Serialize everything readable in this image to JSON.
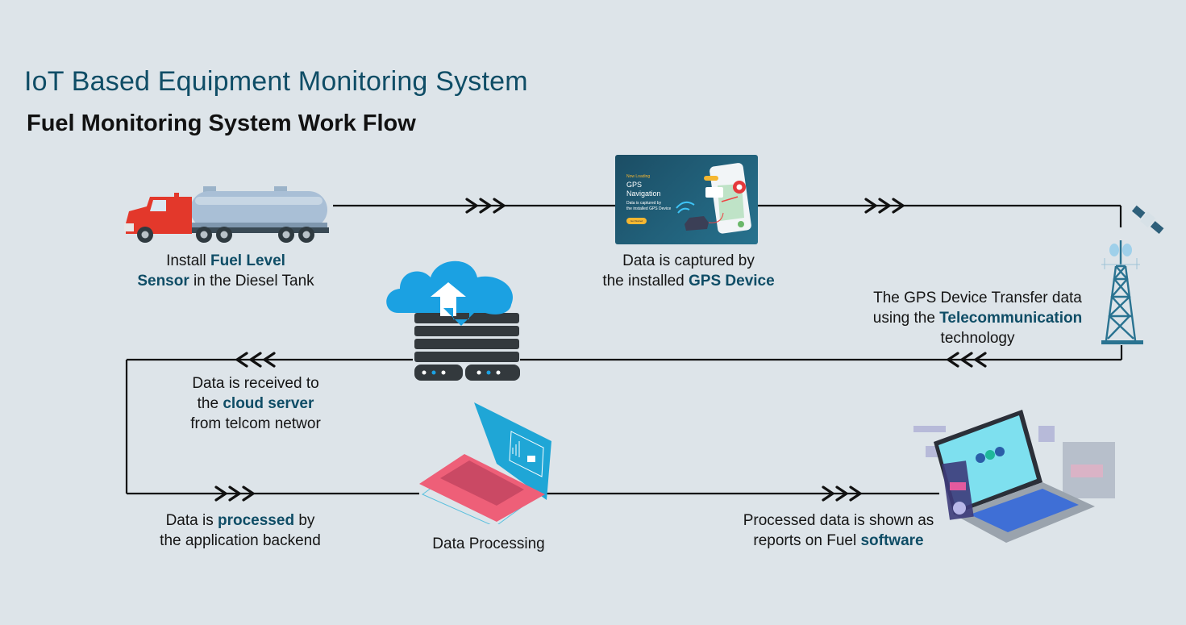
{
  "header": {
    "title": "IoT Based Equipment Monitoring System",
    "subtitle": "Fuel Monitoring System Work Flow"
  },
  "colors": {
    "background": "#dde4e9",
    "title": "#0f4d66",
    "highlight": "#0f4d66",
    "line": "#111111",
    "cloud": "#1ba1e2",
    "truck_cab": "#e3382b",
    "tank": "#a9bfd6",
    "laptop_pink": "#ee5f78",
    "laptop_screen": "#1fa6d6"
  },
  "steps": [
    {
      "id": "sensor",
      "icon": "fuel-tanker-truck-icon",
      "lines": [
        [
          "Install ",
          {
            "hl": "Fuel Level"
          }
        ],
        [
          {
            "hl": "Sensor"
          },
          " in the Diesel Tank"
        ]
      ]
    },
    {
      "id": "gps",
      "icon": "gps-navigation-card-icon",
      "lines": [
        [
          "Data is captured by"
        ],
        [
          "the installed ",
          {
            "hl": "GPS Device"
          }
        ]
      ]
    },
    {
      "id": "telecom",
      "icon": "telecom-tower-satellite-icon",
      "lines": [
        [
          "The GPS Device Transfer data"
        ],
        [
          "using the ",
          {
            "hl": "Telecommunication"
          }
        ],
        [
          "technology"
        ]
      ]
    },
    {
      "id": "cloud",
      "icon": "cloud-server-icon",
      "lines": [
        [
          "Data is received to"
        ],
        [
          "the ",
          {
            "hl": "cloud server"
          }
        ],
        [
          "from telcom networ"
        ]
      ]
    },
    {
      "id": "backend",
      "icon": null,
      "lines": [
        [
          "Data is ",
          {
            "hl": "processed"
          },
          " by"
        ],
        [
          "the application backend"
        ]
      ]
    },
    {
      "id": "processing",
      "icon": "laptop-processing-icon",
      "lines": [
        [
          "Data Processing"
        ]
      ]
    },
    {
      "id": "reports",
      "icon": "laptop-dashboard-icon",
      "lines": [
        [
          "Processed data is shown as"
        ],
        [
          "reports on Fuel ",
          {
            "hl": "software"
          }
        ]
      ]
    }
  ],
  "gps_card": {
    "small_label": "Now Loading",
    "title_line1": "GPS",
    "title_line2": "Navigation",
    "desc_line1": "Data is captured by",
    "desc_line2": "the installed GPS Device",
    "button": "Get Started"
  },
  "arrows": [
    {
      "id": "a1",
      "direction": "right"
    },
    {
      "id": "a2",
      "direction": "right"
    },
    {
      "id": "a3",
      "direction": "left"
    },
    {
      "id": "a4",
      "direction": "left"
    },
    {
      "id": "a5",
      "direction": "right"
    },
    {
      "id": "a6",
      "direction": "right"
    }
  ]
}
